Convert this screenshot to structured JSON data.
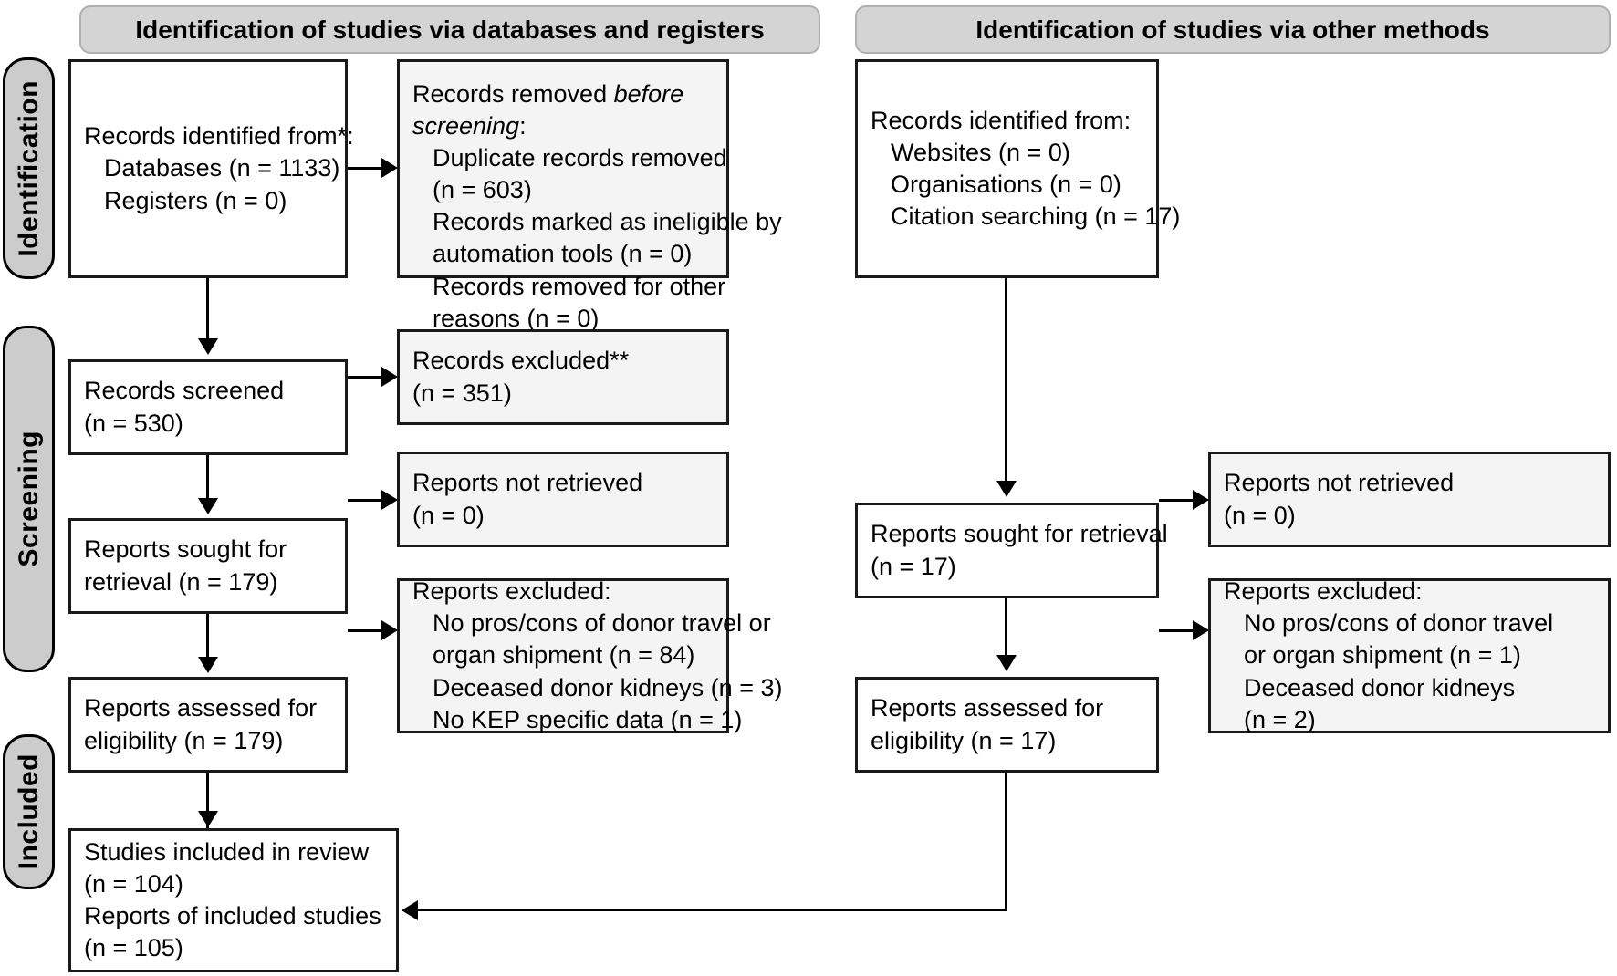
{
  "diagram": {
    "type": "PRISMA 2020 flow diagram",
    "headers": [
      {
        "id": "databases-registers",
        "label": "Identification of studies via databases and registers"
      },
      {
        "id": "other-methods",
        "label": "Identification of studies via other methods"
      }
    ],
    "phases": [
      {
        "id": "identification",
        "label": "Identification"
      },
      {
        "id": "screening",
        "label": "Screening"
      },
      {
        "id": "included",
        "label": "Included"
      }
    ],
    "boxes": {
      "records_identified_db": {
        "name": "records-identified-databases",
        "lines": [
          {
            "text": "Records identified from*:",
            "indent": false
          },
          {
            "text": "Databases (n = 1133)",
            "indent": true
          },
          {
            "text": "Registers (n = 0)",
            "indent": true
          }
        ]
      },
      "records_removed": {
        "name": "records-removed-before-screening",
        "lines": [
          {
            "text": "Records removed ",
            "indent": false,
            "italic_tail": "before",
            "tail": ""
          },
          {
            "text": "screening",
            "indent": false,
            "italic_lead": true,
            "after": ":"
          },
          {
            "text": "Duplicate records removed",
            "indent": true
          },
          {
            "text": "(n = 603)",
            "indent": true
          },
          {
            "text": "Records marked as ineligible by",
            "indent": true
          },
          {
            "text": "automation tools (n = 0)",
            "indent": true
          },
          {
            "text": "Records removed for other",
            "indent": true
          },
          {
            "text": "reasons (n = 0)",
            "indent": true
          }
        ]
      },
      "records_identified_other": {
        "name": "records-identified-other-methods",
        "lines": [
          {
            "text": "Records identified from:",
            "indent": false
          },
          {
            "text": "Websites (n = 0)",
            "indent": true
          },
          {
            "text": "Organisations (n = 0)",
            "indent": true
          },
          {
            "text": "Citation searching (n = 17)",
            "indent": true
          }
        ]
      },
      "records_screened": {
        "name": "records-screened",
        "lines": [
          {
            "text": "Records screened",
            "indent": false
          },
          {
            "text": "(n = 530)",
            "indent": false
          }
        ]
      },
      "records_excluded": {
        "name": "records-excluded",
        "lines": [
          {
            "text": "Records excluded**",
            "indent": false
          },
          {
            "text": "(n = 351)",
            "indent": false
          }
        ]
      },
      "reports_sought_db": {
        "name": "reports-sought-for-retrieval-databases",
        "lines": [
          {
            "text": "Reports sought for",
            "indent": false
          },
          {
            "text": "retrieval (n = 179)",
            "indent": false
          }
        ]
      },
      "reports_not_retrieved_db": {
        "name": "reports-not-retrieved-databases",
        "lines": [
          {
            "text": "Reports not retrieved",
            "indent": false
          },
          {
            "text": "(n = 0)",
            "indent": false
          }
        ]
      },
      "reports_assessed_db": {
        "name": "reports-assessed-for-eligibility-databases",
        "lines": [
          {
            "text": "Reports assessed for",
            "indent": false
          },
          {
            "text": "eligibility (n = 179)",
            "indent": false
          }
        ]
      },
      "reports_excluded_db": {
        "name": "reports-excluded-databases",
        "lines": [
          {
            "text": "Reports excluded:",
            "indent": false
          },
          {
            "text": "No pros/cons of donor travel or",
            "indent": true
          },
          {
            "text": "organ shipment (n = 84)",
            "indent": true
          },
          {
            "text": "Deceased donor kidneys (n = 3)",
            "indent": true
          },
          {
            "text": "No KEP specific data (n = 1)",
            "indent": true
          }
        ]
      },
      "reports_sought_other": {
        "name": "reports-sought-for-retrieval-other",
        "lines": [
          {
            "text": "Reports sought for retrieval",
            "indent": false
          },
          {
            "text": "(n = 17)",
            "indent": false
          }
        ]
      },
      "reports_not_retrieved_other": {
        "name": "reports-not-retrieved-other",
        "lines": [
          {
            "text": "Reports not retrieved",
            "indent": false
          },
          {
            "text": "(n = 0)",
            "indent": false
          }
        ]
      },
      "reports_assessed_other": {
        "name": "reports-assessed-for-eligibility-other",
        "lines": [
          {
            "text": "Reports assessed for",
            "indent": false
          },
          {
            "text": "eligibility (n = 17)",
            "indent": false
          }
        ]
      },
      "reports_excluded_other": {
        "name": "reports-excluded-other",
        "lines": [
          {
            "text": "Reports excluded:",
            "indent": false
          },
          {
            "text": "No pros/cons of donor travel",
            "indent": true
          },
          {
            "text": "or organ shipment (n = 1)",
            "indent": true
          },
          {
            "text": "Deceased donor kidneys",
            "indent": true
          },
          {
            "text": "(n = 2)",
            "indent": true
          }
        ]
      },
      "studies_included": {
        "name": "studies-included-in-review",
        "lines": [
          {
            "text": "Studies included in review",
            "indent": false
          },
          {
            "text": "(n = 104)",
            "indent": false
          },
          {
            "text": "Reports of included studies",
            "indent": false
          },
          {
            "text": "(n = 105)",
            "indent": false
          }
        ]
      }
    },
    "colors": {
      "phase_fill": "#cccccc",
      "header_fill": "#d4d4d4",
      "box_white": "#ffffff",
      "box_grey": "#f4f4f4",
      "stroke": "#1a1a1a"
    }
  }
}
